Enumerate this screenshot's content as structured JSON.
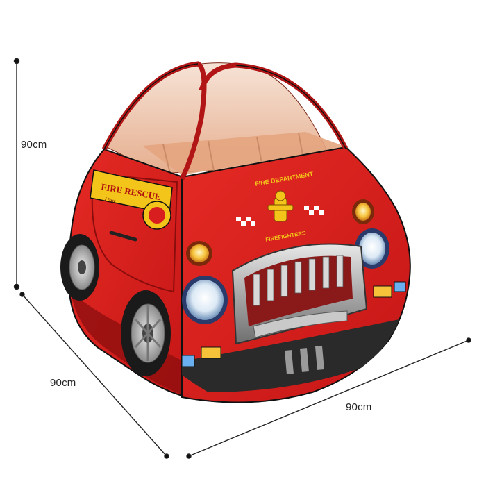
{
  "dimensions": {
    "height": "90cm",
    "depth": "90cm",
    "width": "90cm"
  },
  "tent": {
    "side_logo_title": "FIRE RESCUE",
    "side_logo_sub": "Unit",
    "front_badge_top": "FIRE DEPARTMENT",
    "front_badge_bottom": "FIREFIGHTERS"
  },
  "colors": {
    "body_red": "#d81e1e",
    "dark_red": "#9e1010",
    "mesh": "#e9b99a",
    "chrome": "#b8b8b8",
    "badge_yellow": "#f3c51a",
    "trim_black": "#1a1a1a"
  },
  "icons": [
    "fire-hydrant-icon",
    "checkered-flag-icon"
  ]
}
